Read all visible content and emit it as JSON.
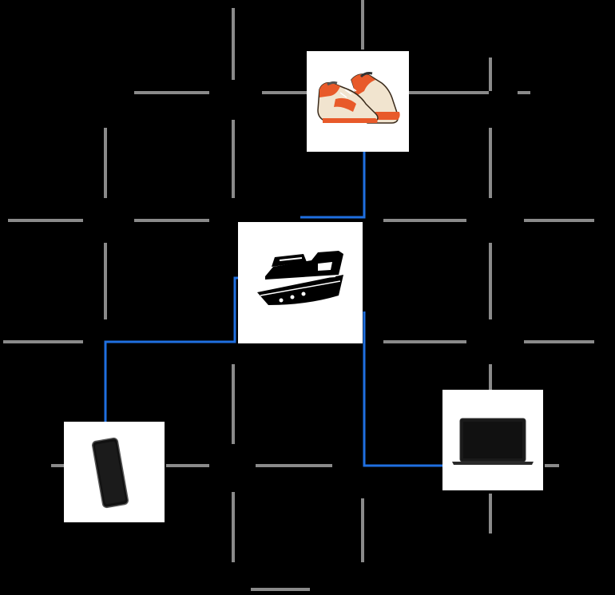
{
  "diagram": {
    "background": "#000000",
    "grid_color": "#8a8a8a",
    "route_color": "#1f6fe0",
    "nodes": [
      {
        "id": "sneakers",
        "icon": "sneakers-icon"
      },
      {
        "id": "ship",
        "icon": "ship-icon"
      },
      {
        "id": "phone",
        "icon": "smartphone-icon"
      },
      {
        "id": "laptop",
        "icon": "laptop-icon"
      }
    ],
    "routes": [
      {
        "from": "ship",
        "to": "sneakers"
      },
      {
        "from": "ship",
        "to": "phone"
      },
      {
        "from": "ship",
        "to": "laptop"
      }
    ]
  }
}
